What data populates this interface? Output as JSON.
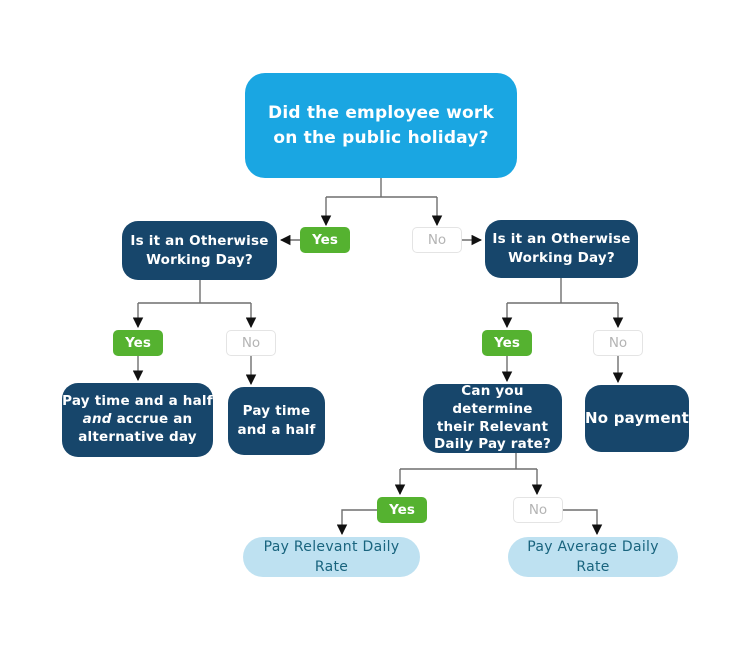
{
  "labels": {
    "yes": "Yes",
    "no": "No"
  },
  "nodes": {
    "root": "Did the employee work\non the public holiday?",
    "otherwise_working_day_left": "Is it an Otherwise\nWorking Day?",
    "otherwise_working_day_right": "Is it an Otherwise\nWorking Day?",
    "pay_time_half_accrue": {
      "line1": "Pay time and a half",
      "and_word": "and",
      "line2_rest": "accrue an",
      "line3": "alternative day"
    },
    "pay_time_half": "Pay time\nand a half",
    "relevant_daily_pay_question": "Can you determine\ntheir Relevant\nDaily Pay rate?",
    "no_payment": "No payment",
    "pay_relevant_daily_rate": "Pay Relevant Daily\nRate",
    "pay_average_daily_rate": "Pay Average Daily\nRate"
  },
  "colors": {
    "blue": "#1AA6E2",
    "navy": "#17466B",
    "green": "#55B230",
    "pill_bg": "#BEE1F1",
    "pill_text": "#19647E",
    "no_badge_border": "#E4E4E4",
    "no_badge_text": "#B4B4B4",
    "line": "#6F6F6F",
    "arrowhead": "#111111"
  }
}
